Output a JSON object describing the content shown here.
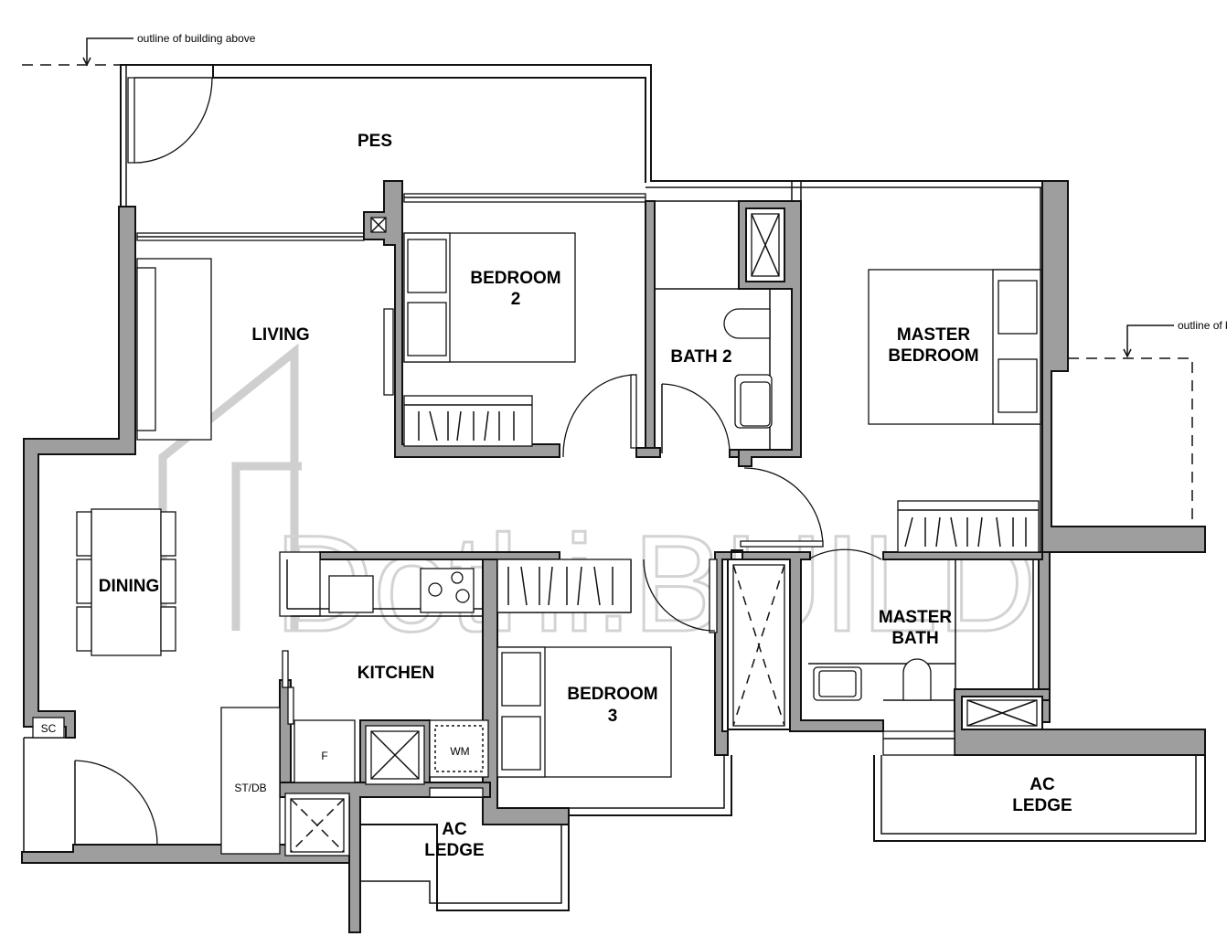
{
  "annotations": {
    "building_outline_left": "outline of building above",
    "building_outline_right": "outline of b"
  },
  "watermark": "Dothi.BUILD",
  "rooms": {
    "pes": "PES",
    "living": "LIVING",
    "bedroom2_line1": "BEDROOM",
    "bedroom2_line2": "2",
    "bath2": "BATH 2",
    "master_bedroom_line1": "MASTER",
    "master_bedroom_line2": "BEDROOM",
    "dining": "DINING",
    "kitchen": "KITCHEN",
    "bedroom3_line1": "BEDROOM",
    "bedroom3_line2": "3",
    "master_bath_line1": "MASTER",
    "master_bath_line2": "BATH",
    "ac_ledge_right_line1": "AC",
    "ac_ledge_right_line2": "LEDGE",
    "ac_ledge_bottom_line1": "AC",
    "ac_ledge_bottom_line2": "LEDGE"
  },
  "fixtures": {
    "sc": "SC",
    "fridge": "F",
    "washer": "WM",
    "store": "ST/DB"
  }
}
